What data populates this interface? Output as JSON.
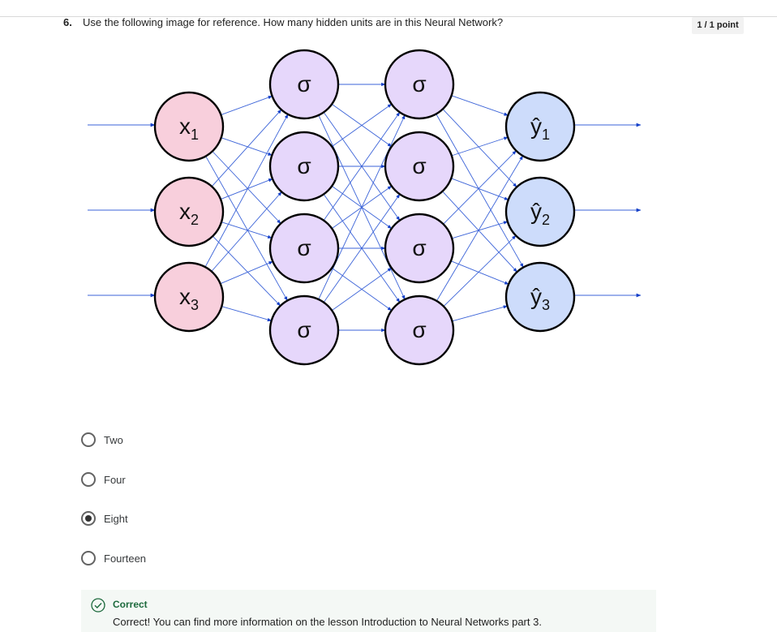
{
  "question": {
    "number": "6.",
    "text": "Use the following image for reference. How many hidden units are in this Neural Network?",
    "points": "1 / 1 point"
  },
  "diagram": {
    "inputs": [
      {
        "base": "x",
        "sub": "1"
      },
      {
        "base": "x",
        "sub": "2"
      },
      {
        "base": "x",
        "sub": "3"
      }
    ],
    "hidden_symbol": "σ",
    "outputs": [
      {
        "base": "ŷ",
        "sub": "1"
      },
      {
        "base": "ŷ",
        "sub": "2"
      },
      {
        "base": "ŷ",
        "sub": "3"
      }
    ],
    "colors": {
      "input_fill": "#f8cfdc",
      "hidden_fill": "#e6d7fb",
      "output_fill": "#cddcfb",
      "edge": "#3b63d8",
      "arrow": "#1540c8"
    }
  },
  "options": [
    {
      "label": "Two",
      "selected": false
    },
    {
      "label": "Four",
      "selected": false
    },
    {
      "label": "Eight",
      "selected": true
    },
    {
      "label": "Fourteen",
      "selected": false
    }
  ],
  "feedback": {
    "title": "Correct",
    "text": "Correct! You can find more information on the lesson Introduction to Neural Networks part 3.",
    "color": "#1d6a3d"
  }
}
